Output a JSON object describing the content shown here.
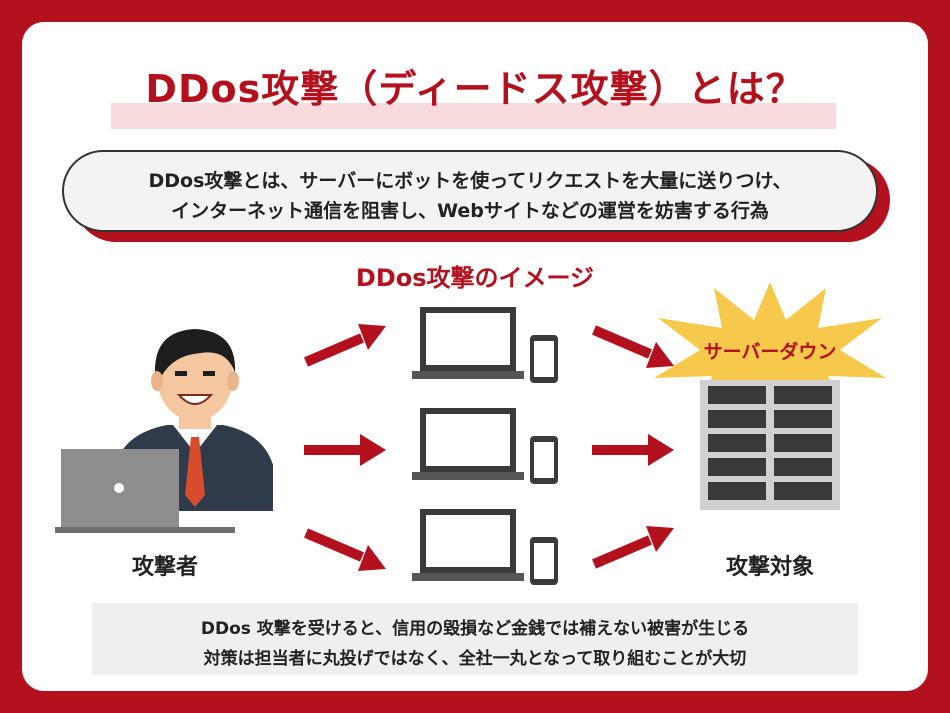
{
  "title": "DDos攻撃（ディードス攻撃）とは？",
  "definition": {
    "line1": "DDos攻撃とは、サーバーにボットを使ってリクエストを大量に送りつけ、",
    "line2": "インターネット通信を阻害し、Webサイトなどの運営を妨害する行為"
  },
  "subtitle": "DDos攻撃のイメージ",
  "attacker": {
    "label": "攻撃者"
  },
  "target": {
    "label": "攻撃対象",
    "burst_text": "サーバーダウン"
  },
  "note": {
    "line1": "DDos 攻撃を受けると、信用の毀損など金銭では補えない被害が生じる",
    "line2": "対策は担当者に丸投げではなく、全社一丸となって取り組むことが大切"
  },
  "colors": {
    "brand_red": "#b4111f",
    "burst_yellow": "#f6c84b",
    "light_pink": "#f6dadc"
  },
  "icons": [
    "attacker-person-icon",
    "laptop-icon",
    "smartphone-icon",
    "arrow-icon",
    "server-rack-icon",
    "burst-icon"
  ]
}
